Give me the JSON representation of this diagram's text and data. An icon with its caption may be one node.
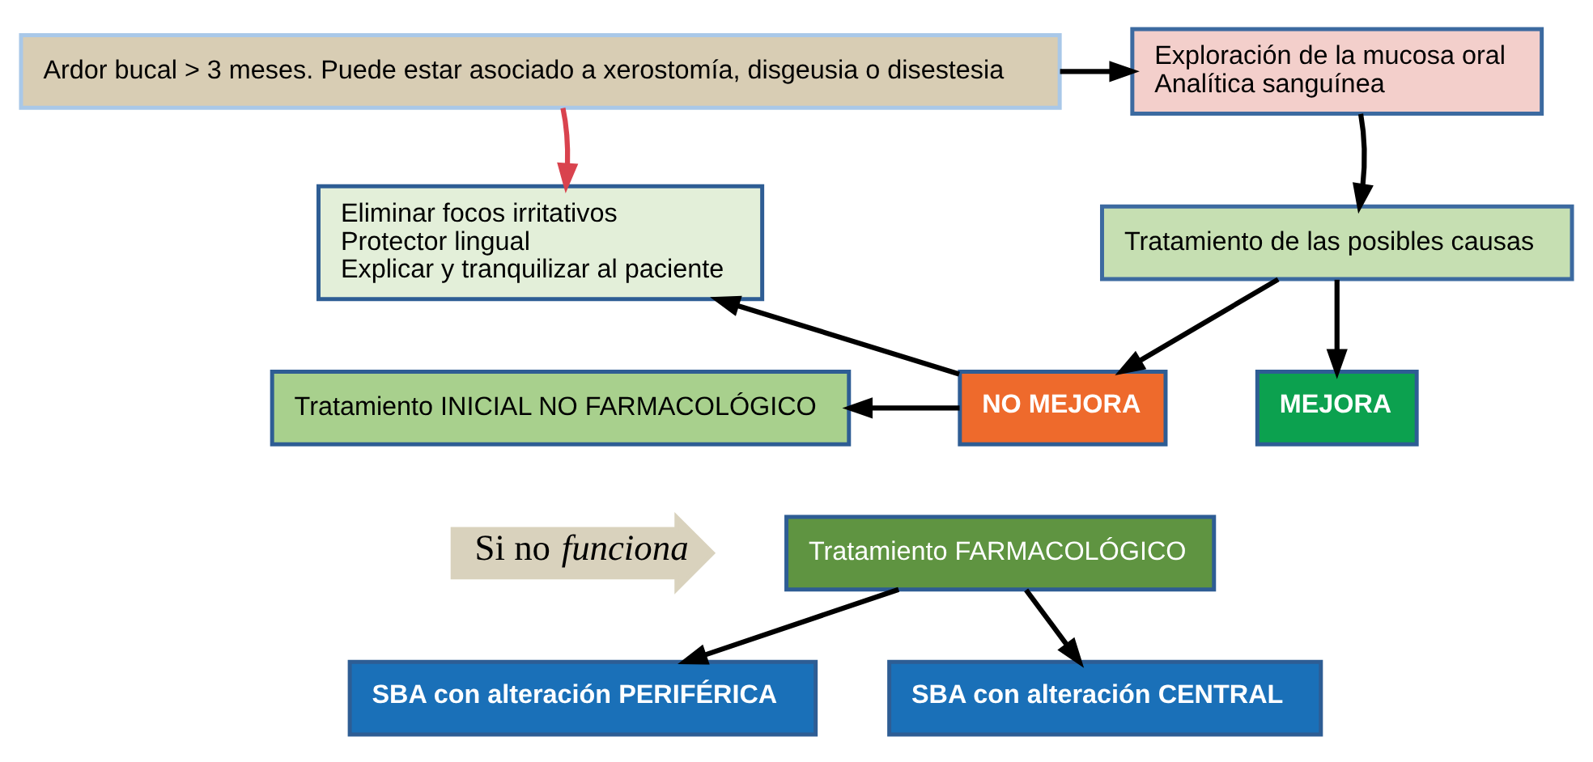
{
  "diagram": {
    "nodes": [
      {
        "text": [
          "Ardor bucal > 3 meses. Puede estar asociado a xerostomía, disgeusia o disestesia"
        ]
      },
      {
        "text": [
          "Exploración de la mucosa oral",
          "Analítica sanguínea"
        ]
      },
      {
        "text": [
          "Eliminar focos irritativos",
          "Protector lingual",
          "Explicar y tranquilizar al paciente"
        ]
      },
      {
        "text": [
          "Tratamiento de las posibles causas"
        ]
      },
      {
        "text": [
          "Tratamiento INICIAL NO FARMACOLÓGICO"
        ]
      },
      {
        "text": [
          "NO MEJORA"
        ]
      },
      {
        "text": [
          "MEJORA"
        ]
      },
      {
        "text": [
          "Si no *funciona*"
        ]
      },
      {
        "text": [
          "Tratamiento FARMACOLÓGICO"
        ]
      },
      {
        "text": [
          "SBA con alteración PERIFÉRICA"
        ]
      },
      {
        "text": [
          "SBA con alteración CENTRAL"
        ]
      }
    ],
    "edges": [
      {
        "from": 0,
        "to": 1,
        "arrow": "to"
      },
      {
        "from": 0,
        "to": 2,
        "arrow": "to",
        "color": "#d9434e"
      },
      {
        "from": 1,
        "to": 3,
        "arrow": "to"
      },
      {
        "from": 3,
        "to": 5,
        "arrow": "to"
      },
      {
        "from": 3,
        "to": 6,
        "arrow": "to"
      },
      {
        "from": 5,
        "to": 2,
        "arrow": "to"
      },
      {
        "from": 5,
        "to": 4,
        "arrow": "to"
      },
      {
        "from": 8,
        "to": 9,
        "arrow": "to"
      },
      {
        "from": 8,
        "to": 10,
        "arrow": "to"
      }
    ]
  }
}
